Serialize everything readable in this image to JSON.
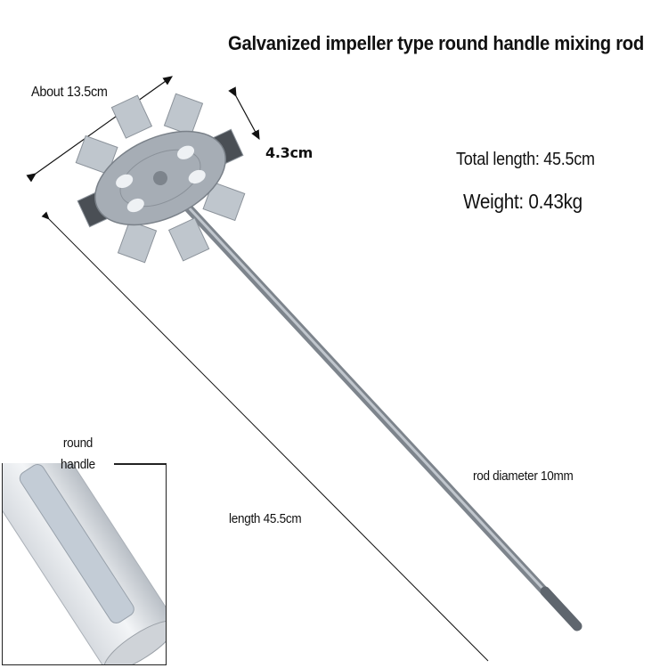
{
  "title": "Galvanized impeller type round handle mixing rod",
  "dimensions": {
    "impeller_diameter": "About 13.5cm",
    "blade_height": "4.3cm",
    "total_length": "Total length: 45.5cm",
    "weight": "Weight: 0.43kg",
    "rod_diameter": "rod diameter 10mm",
    "length": "length 45.5cm"
  },
  "inset": {
    "label_line1": "round",
    "label_line2": "handle"
  },
  "colors": {
    "background": "#ffffff",
    "text": "#111111",
    "metal": "#a9b0b8",
    "metal_dark": "#6f7780",
    "metal_light": "#dfe3e8"
  }
}
